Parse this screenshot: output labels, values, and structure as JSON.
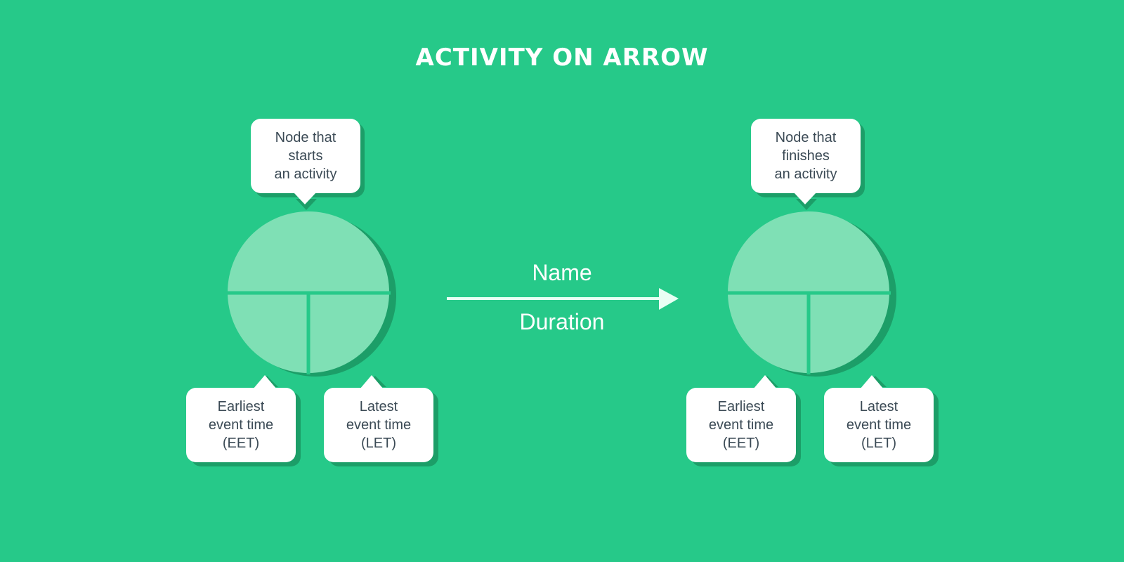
{
  "title": "ACTIVITY ON ARROW",
  "colors": {
    "background": "#26c989",
    "shadow": "#1c9e68",
    "node_fill": "#7fe0b5",
    "divider": "#26c989",
    "callout_fill": "#ffffff",
    "callout_text": "#3b4a55"
  },
  "arrow": {
    "name_label": "Name",
    "duration_label": "Duration"
  },
  "start_node": {
    "top_callout": [
      "Node that",
      "starts",
      "an activity"
    ],
    "left_callout": [
      "Earliest",
      "event time",
      "(EET)"
    ],
    "right_callout": [
      "Latest",
      "event time",
      "(LET)"
    ]
  },
  "end_node": {
    "top_callout": [
      "Node that",
      "finishes",
      "an activity"
    ],
    "left_callout": [
      "Earliest",
      "event time",
      "(EET)"
    ],
    "right_callout": [
      "Latest",
      "event time",
      "(LET)"
    ]
  }
}
